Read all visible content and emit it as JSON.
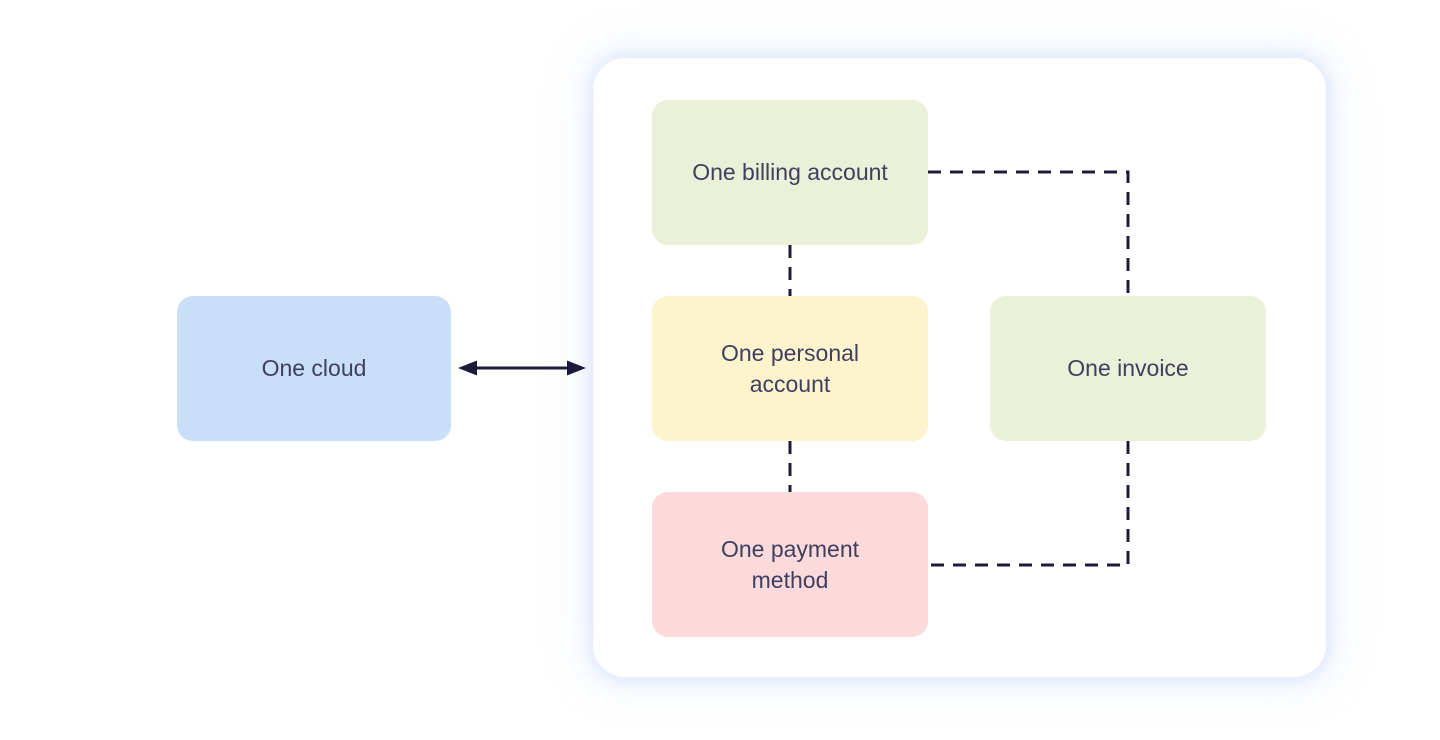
{
  "diagram": {
    "nodes": {
      "cloud": {
        "label": "One cloud",
        "fill": "#c9dff7"
      },
      "billing": {
        "label": "One billing account",
        "fill": "#eaf1d8"
      },
      "personal": {
        "label": "One personal account",
        "fill": "#fdf3cd"
      },
      "invoice": {
        "label": "One invoice",
        "fill": "#eaf1d8"
      },
      "payment": {
        "label": "One payment method",
        "fill": "#fcd9da"
      }
    },
    "colors": {
      "text": "#3f3f5f",
      "line": "#1c1c3a",
      "panel_background": "#ffffff",
      "panel_glow": "#a8c6f5",
      "page_background": "#ffffff"
    },
    "edges": [
      {
        "from": "cloud",
        "to": "panel",
        "style": "solid-double-arrow"
      },
      {
        "from": "billing",
        "to": "personal",
        "style": "dashed"
      },
      {
        "from": "personal",
        "to": "payment",
        "style": "dashed"
      },
      {
        "from": "billing",
        "to": "invoice",
        "style": "dashed"
      },
      {
        "from": "invoice",
        "to": "payment",
        "style": "dashed"
      }
    ]
  }
}
